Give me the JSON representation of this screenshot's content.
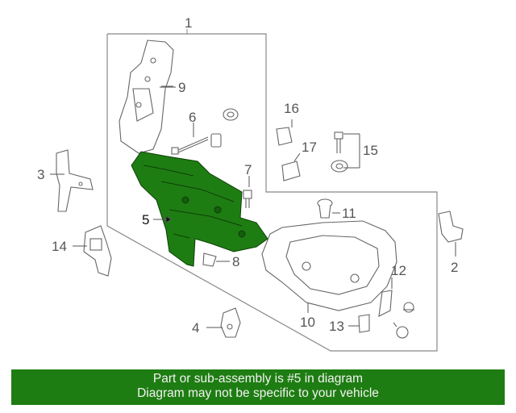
{
  "diagram": {
    "highlight_color": "#1e7d12",
    "highlighted_part": "5",
    "callouts": {
      "p1": "1",
      "p2": "2",
      "p3": "3",
      "p4": "4",
      "p5": "5",
      "p6": "6",
      "p7": "7",
      "p8": "8",
      "p9": "9",
      "p10": "10",
      "p11": "11",
      "p12": "12",
      "p13": "13",
      "p14": "14",
      "p15": "15",
      "p16": "16",
      "p17": "17"
    }
  },
  "banner": {
    "line1": "Part or sub-assembly is #5 in diagram",
    "line2": "Diagram may not be specific to your vehicle",
    "background": "#1e7d12"
  }
}
